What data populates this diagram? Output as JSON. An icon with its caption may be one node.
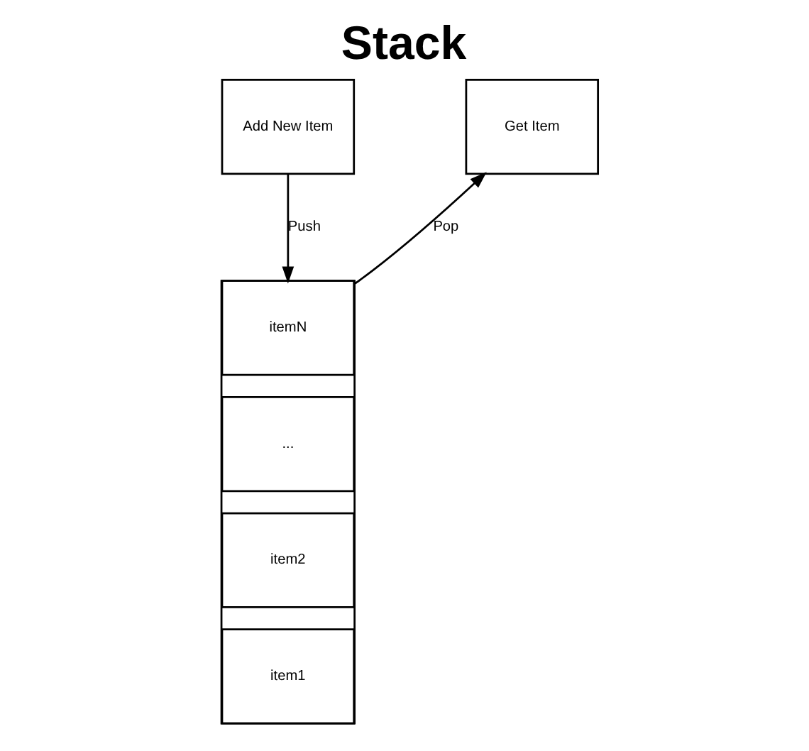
{
  "diagram": {
    "title": "Stack",
    "nodes": [
      {
        "text": [
          "Add New Item"
        ]
      },
      {
        "text": [
          "Get Item"
        ]
      },
      {
        "text": [],
        "shape": "box"
      },
      {
        "text": [
          "itemN"
        ],
        "in": 2
      },
      {
        "text": [
          "..."
        ],
        "in": 2
      },
      {
        "text": [
          "item2"
        ],
        "in": 2
      },
      {
        "text": [
          "item1"
        ],
        "in": 2
      }
    ],
    "edges": [
      {
        "from": 0,
        "to": 3,
        "label": "Push",
        "arrow": "to"
      },
      {
        "from": 3,
        "to": 1,
        "label": "Pop",
        "arrow": "to"
      }
    ]
  }
}
